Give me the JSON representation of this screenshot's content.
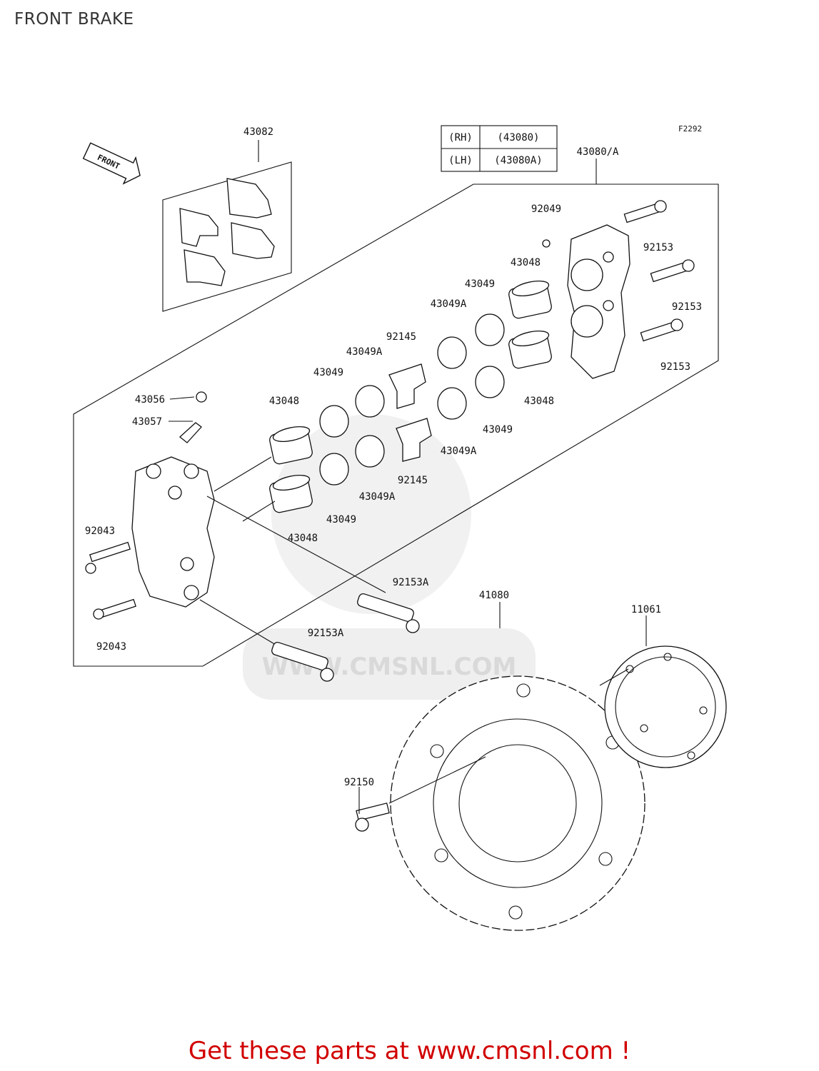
{
  "title": "FRONT BRAKE",
  "figure_code": "F2292",
  "front_arrow_label": "FRONT",
  "side_table": [
    {
      "side": "(RH)",
      "part": "(43080)"
    },
    {
      "side": "(LH)",
      "part": "(43080A)"
    }
  ],
  "watermark": "WWW.CMSNL.COM",
  "parts": {
    "pad_set": "43082",
    "caliper": "43080/A",
    "bleed_cap": "92049",
    "bolt_top_1": "92153",
    "bolt_top_2": "92153",
    "bolt_top_3": "92153",
    "piston_r1": "43048",
    "piston_r2": "43048",
    "seal_r1": "43049",
    "seal_r2": "43049",
    "seal_a_r1": "43049A",
    "seal_a_r2": "43049A",
    "spring_top": "92145",
    "spring_bottom": "92145",
    "seal_a_l1": "43049A",
    "seal_a_l2": "43049A",
    "seal_l1": "43049",
    "seal_l2": "43049",
    "piston_l1": "43048",
    "piston_l2": "43048",
    "nut": "43056",
    "bleeder": "43057",
    "bolt_left_1": "92043",
    "bolt_left_2": "92043",
    "pin_1": "92153A",
    "pin_2": "92153A",
    "disc": "41080",
    "shim": "11061",
    "disc_bolt": "92150"
  },
  "footer": "Get these parts at www.cmsnl.com !"
}
